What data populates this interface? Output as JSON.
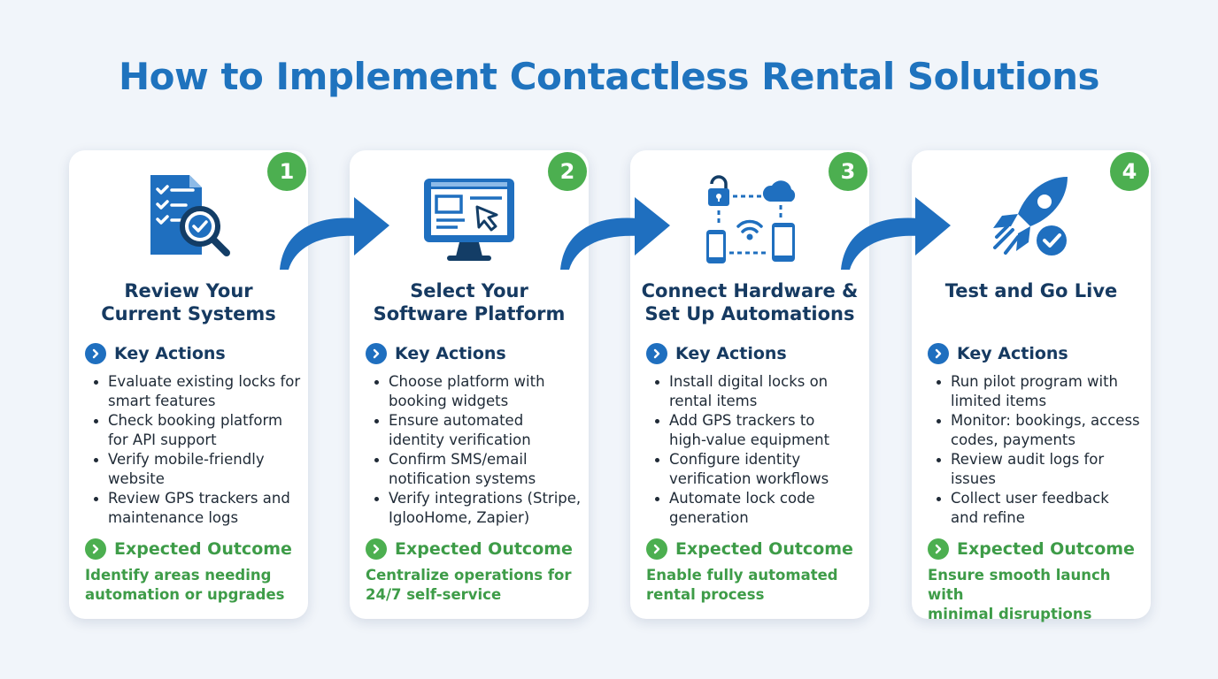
{
  "title": "How to Implement Contactless Rental Solutions",
  "colors": {
    "title": "#1f73be",
    "accent_blue": "#1f6fbf",
    "accent_green": "#4caf50",
    "card_bg": "#ffffff",
    "page_bg": "#f1f5fa"
  },
  "section_labels": {
    "actions": "Key Actions",
    "outcome": "Expected Outcome"
  },
  "steps": [
    {
      "number": "1",
      "icon": "checklist-magnifier-icon",
      "title": "Review Your\nCurrent Systems",
      "actions": [
        "Evaluate existing locks for\nsmart features",
        "Check booking platform\nfor API support",
        "Verify mobile-friendly\nwebsite",
        "Review GPS trackers and\nmaintenance logs"
      ],
      "outcome": "Identify areas needing\nautomation or upgrades"
    },
    {
      "number": "2",
      "icon": "monitor-cursor-icon",
      "title": "Select Your\nSoftware Platform",
      "actions": [
        "Choose platform with\nbooking widgets",
        "Ensure automated\nidentity verification",
        "Confirm SMS/email\nnotification systems",
        "Verify integrations (Stripe,\nIglooHome, Zapier)"
      ],
      "outcome": "Centralize operations for\n24/7 self-service"
    },
    {
      "number": "3",
      "icon": "connected-devices-icon",
      "title": "Connect Hardware &\nSet Up Automations",
      "actions": [
        "Install digital locks on\nrental items",
        "Add GPS trackers to\nhigh-value equipment",
        "Configure identity\nverification workflows",
        "Automate lock code\ngeneration"
      ],
      "outcome": "Enable fully automated\nrental process"
    },
    {
      "number": "4",
      "icon": "rocket-check-icon",
      "title": "Test and Go Live",
      "actions": [
        "Run pilot program with\nlimited items",
        "Monitor: bookings, access\ncodes, payments",
        "Review audit logs for\nissues",
        "Collect user feedback\nand refine"
      ],
      "outcome": "Ensure smooth launch with\nminimal disruptions"
    }
  ]
}
